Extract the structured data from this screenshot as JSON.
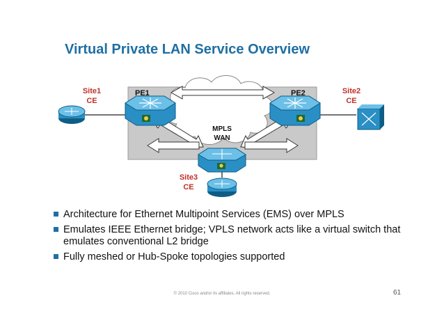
{
  "slide": {
    "title": "Virtual Private LAN Service Overview",
    "footer": "© 2010 Cisco and/or its affiliates. All rights reserved.",
    "page_number": "61"
  },
  "diagram": {
    "site1": {
      "name": "Site1",
      "role": "CE"
    },
    "site2": {
      "name": "Site2",
      "role": "CE"
    },
    "site3": {
      "name": "Site3",
      "role": "CE"
    },
    "pe1": "PE1",
    "pe2": "PE2",
    "cloud": {
      "line1": "MPLS",
      "line2": "WAN"
    }
  },
  "bullets": [
    {
      "text": "Architecture for Ethernet Multipoint Services (EMS) over MPLS"
    },
    {
      "text": "Emulates IEEE Ethernet bridge; VPLS network acts like a virtual switch that emulates conventional L2 bridge"
    },
    {
      "text": "Fully meshed or Hub-Spoke topologies supported"
    }
  ],
  "colors": {
    "title": "#1f6fa3",
    "site_label": "#c0302a",
    "device": "#2a8fc4",
    "gray_box": "#c9c9c9"
  }
}
